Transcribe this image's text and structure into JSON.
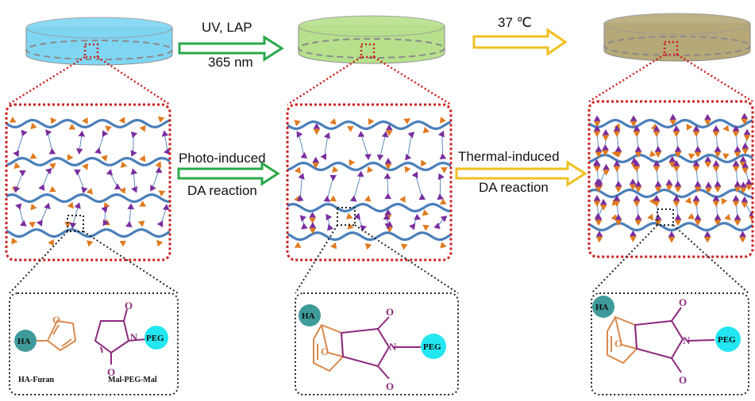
{
  "colors": {
    "dish_1": "#7fd6f2",
    "dish_2": "#b6e08c",
    "dish_3": "#b6a878",
    "chain": "#4a7fba",
    "furan_marker": "#e07a1f",
    "maleimide_marker": "#7a2e9e",
    "zoom_red": "#cc1f1f",
    "arrow_green": "#2aa84a",
    "arrow_yellow": "#f0c020",
    "ha_circle": "#3f9a9a",
    "peg_circle": "#22e6f0",
    "furan_bond": "#d98a4e",
    "maleimide_bond": "#8b2a7d"
  },
  "steps": {
    "step1_top": "UV, LAP",
    "step1_bottom": "365 nm",
    "step2_top": "37 ℃",
    "step3_top": "Photo-induced",
    "step3_bottom": "DA reaction",
    "step4_top": "Thermal-induced",
    "step4_bottom": "DA reaction"
  },
  "chemistry": {
    "ha_label": "HA",
    "peg_label": "PEG",
    "oxygen": "O",
    "nitrogen": "N",
    "caption_left": "HA-Furan",
    "caption_right": "Mal-PEG-Mal"
  },
  "icons": {
    "dish": "petri-dish-icon",
    "arrow": "right-arrow-icon"
  }
}
